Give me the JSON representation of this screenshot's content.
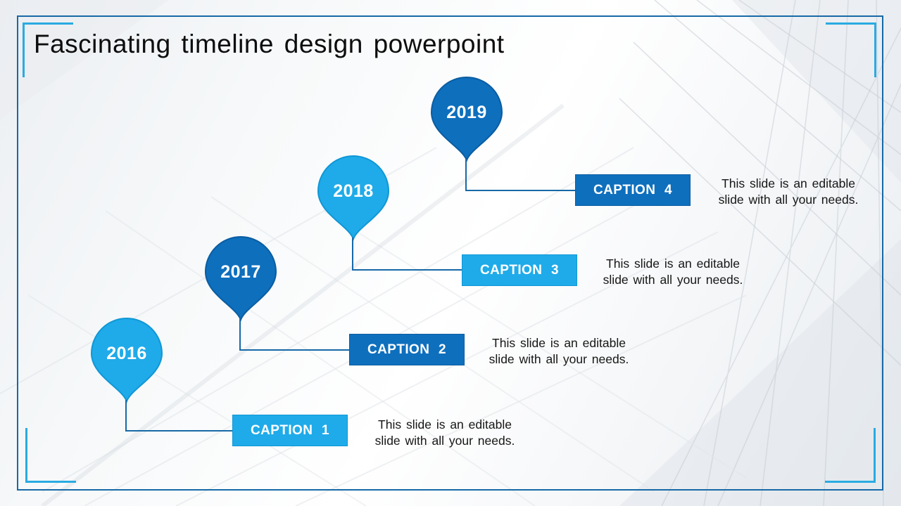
{
  "slide": {
    "title": "Fascinating timeline design powerpoint"
  },
  "milestones": [
    {
      "year": "2016",
      "caption": "CAPTION 1",
      "description_lines": [
        "This slide is an editable",
        "slide with all your needs."
      ]
    },
    {
      "year": "2017",
      "caption": "CAPTION 2",
      "description_lines": [
        "This slide is an editable",
        "slide with all your needs."
      ]
    },
    {
      "year": "2018",
      "caption": "CAPTION 3",
      "description_lines": [
        "This slide is an editable",
        "slide with all your needs."
      ]
    },
    {
      "year": "2019",
      "caption": "CAPTION 4",
      "description_lines": [
        "This slide is an editable",
        "slide with all your needs."
      ]
    }
  ],
  "colors": {
    "dark_blue": "#0e6fbd",
    "light_blue": "#1fabe9",
    "connector": "#1769a6",
    "frame_border": "#1769a6",
    "corner_bracket": "#29abe2",
    "title_text": "#0d0d0d",
    "body_text": "#161616",
    "caption_text": "#ffffff"
  }
}
